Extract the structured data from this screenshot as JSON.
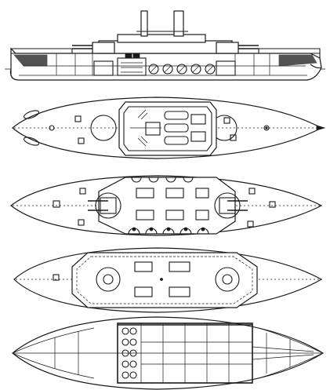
{
  "drawing": {
    "subject": "warship-hull-plans",
    "ink_color": "#1a1a1a",
    "paper_color": "#ffffff",
    "views": [
      {
        "id": "side-elevation"
      },
      {
        "id": "upper-deck-plan"
      },
      {
        "id": "main-deck-plan"
      },
      {
        "id": "lower-deck-plan"
      },
      {
        "id": "hold-plan"
      }
    ]
  }
}
